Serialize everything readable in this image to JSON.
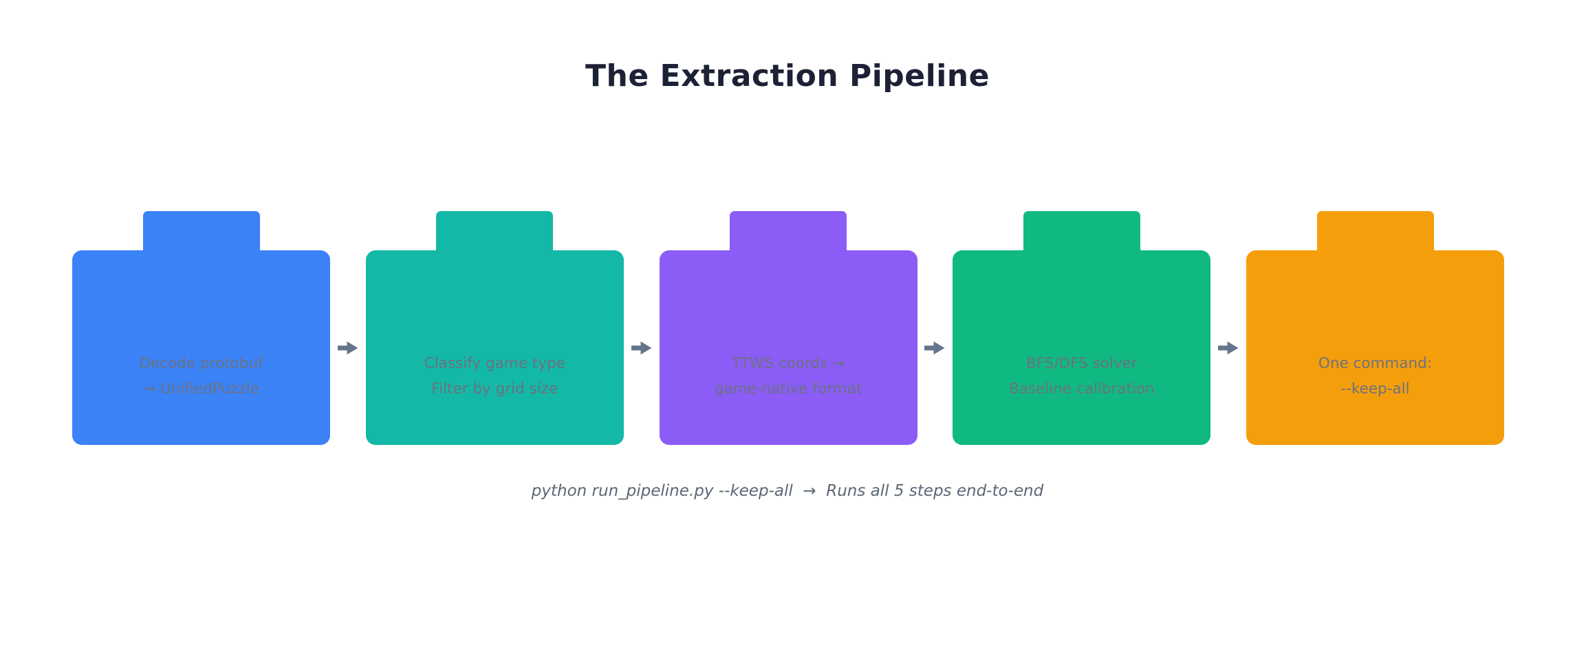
{
  "title": "The Extraction Pipeline",
  "steps": [
    {
      "label_line1": "Decode protobuf",
      "label_line2": "→ UnifiedPuzzle",
      "color": "#3B82F6"
    },
    {
      "label_line1": "Classify game type",
      "label_line2": "Filter by grid size",
      "color": "#14B8A6"
    },
    {
      "label_line1": "TTWS coords →",
      "label_line2": "game-native format",
      "color": "#8B5CF6"
    },
    {
      "label_line1": "BFS/DFS solver",
      "label_line2": "Baseline calibration",
      "color": "#10B981"
    },
    {
      "label_line1": "One command:",
      "label_line2": "--keep-all",
      "color": "#F59E0B"
    }
  ],
  "caption": "python run_pipeline.py --keep-all  →  Runs all 5 steps end-to-end",
  "colors": {
    "background": "#FFFFFF",
    "title": "#1C2135",
    "box_text": "#6B7280",
    "caption": "#5B6675",
    "arrow": "#64748B"
  }
}
